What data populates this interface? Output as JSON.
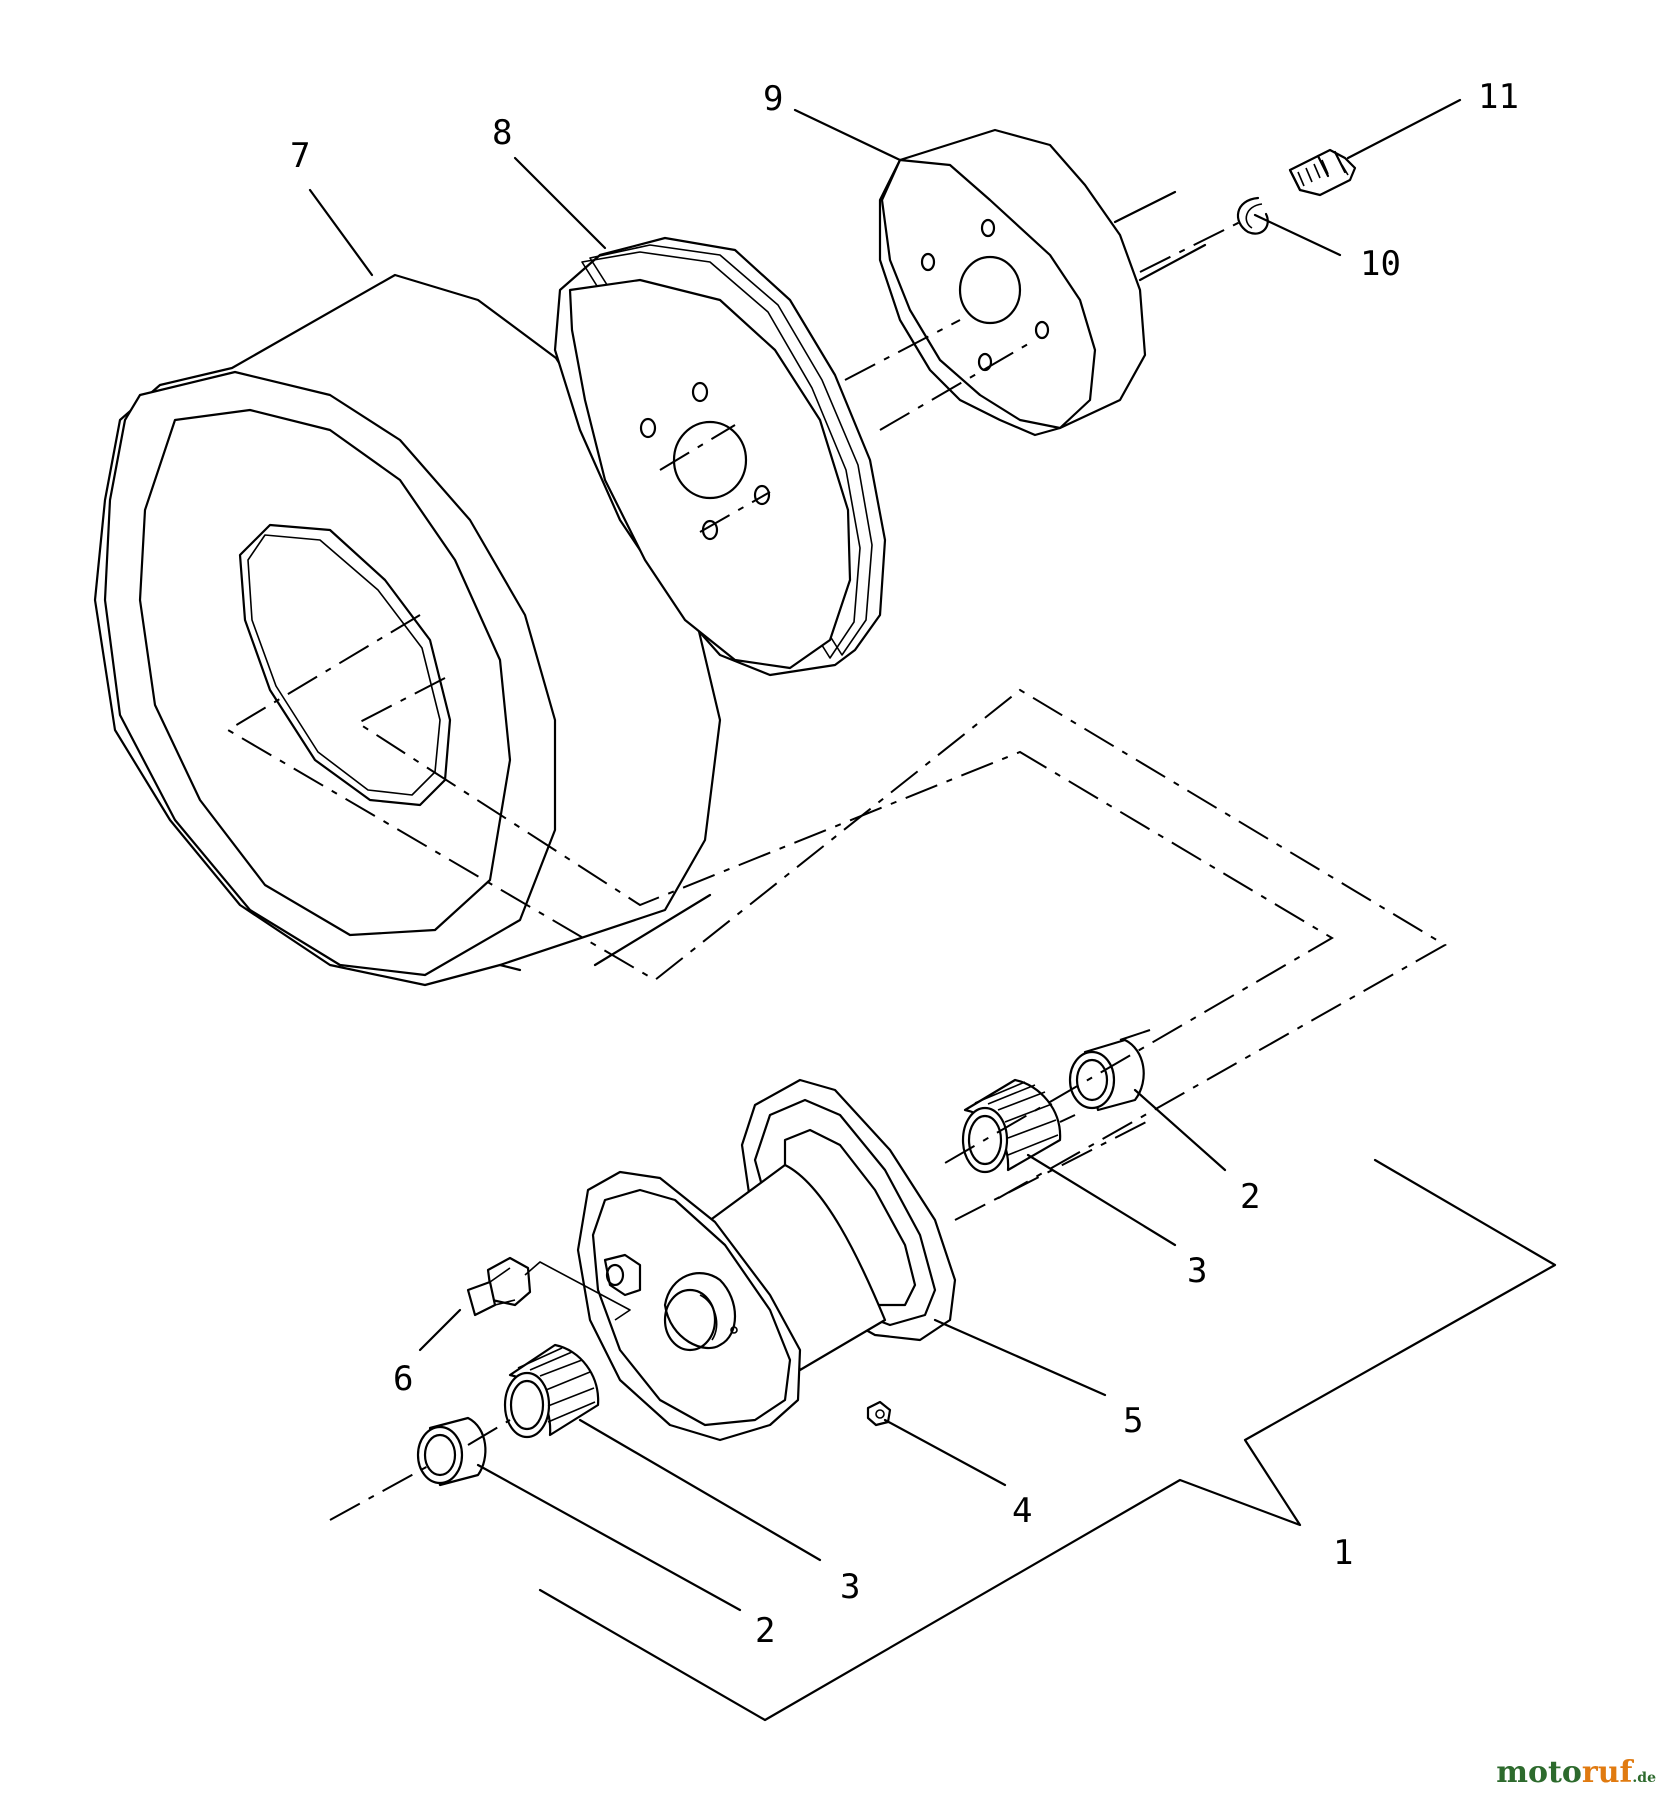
{
  "callouts": {
    "c1": "1",
    "c2a": "2",
    "c2b": "2",
    "c3a": "3",
    "c3b": "3",
    "c4": "4",
    "c5": "5",
    "c6": "6",
    "c7": "7",
    "c8": "8",
    "c9": "9",
    "c10": "10",
    "c11": "11"
  },
  "watermark": {
    "part1": "moto",
    "part2": "ruf",
    "tld": ".de"
  }
}
